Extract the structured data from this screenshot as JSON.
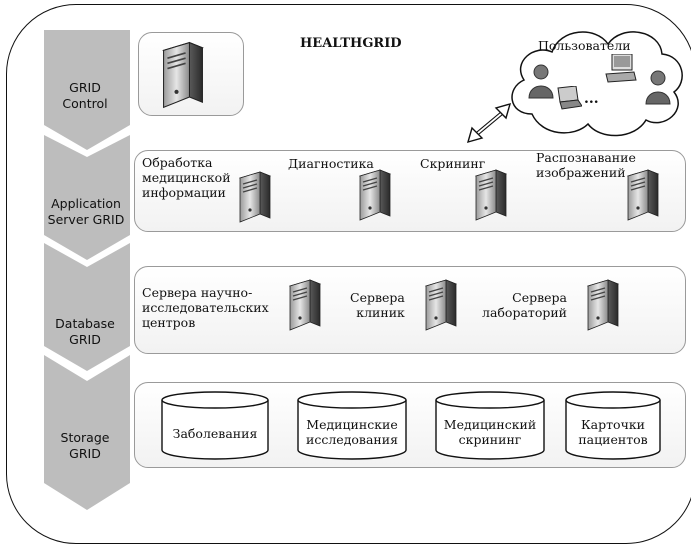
{
  "title": "HEALTHGRID",
  "users_label": "Пользователи",
  "ellipsis": "...",
  "layers": [
    {
      "label": "GRID\nControl"
    },
    {
      "label": "Application\nServer GRID"
    },
    {
      "label": "Database\nGRID"
    },
    {
      "label": "Storage\nGRID"
    }
  ],
  "app_servers": [
    "Обработка\nмедицинской\nинформации",
    "Диагностика",
    "Скрининг",
    "Распознавание\nизображений"
  ],
  "db_servers": [
    "Сервера научно-\nисследовательских\nцентров",
    "Сервера\nклиник",
    "Сервера\nлабораторий"
  ],
  "storage": [
    "Заболевания",
    "Медицинские\nисследования",
    "Медицинский\nскрининг",
    "Карточки\nпациентов"
  ]
}
